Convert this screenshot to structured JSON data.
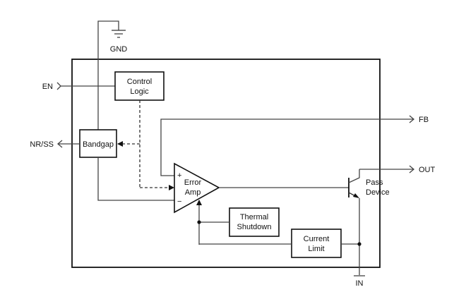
{
  "diagram": {
    "title": "Functional Block Diagram",
    "pins": {
      "gnd": "GND",
      "en": "EN",
      "nrss": "NR/SS",
      "fb": "FB",
      "out": "OUT",
      "in": "IN"
    },
    "blocks": {
      "control_logic": [
        "Control",
        "Logic"
      ],
      "bandgap": "Bandgap",
      "error_amp": [
        "Error",
        "Amp"
      ],
      "error_amp_plus": "+",
      "error_amp_minus": "−",
      "thermal_shutdown": [
        "Thermal",
        "Shutdown"
      ],
      "current_limit": [
        "Current",
        "Limit"
      ],
      "pass_device": [
        "Pass",
        "Device"
      ]
    }
  }
}
